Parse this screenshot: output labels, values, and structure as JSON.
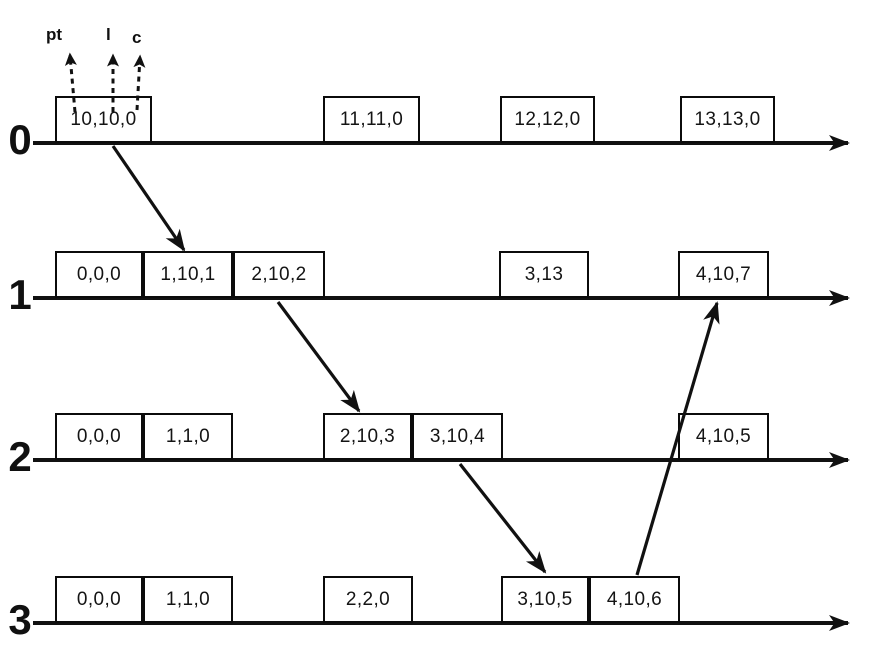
{
  "diagram": {
    "clock_fields": [
      "pt",
      "l",
      "c"
    ],
    "processes": [
      {
        "label": "0",
        "events": [
          "10,10,0",
          "11,11,0",
          "12,12,0",
          "13,13,0"
        ]
      },
      {
        "label": "1",
        "events": [
          "0,0,0",
          "1,10,1",
          "2,10,2",
          "3,13",
          "4,10,7"
        ]
      },
      {
        "label": "2",
        "events": [
          "0,0,0",
          "1,1,0",
          "2,10,3",
          "3,10,4",
          "4,10,5"
        ]
      },
      {
        "label": "3",
        "events": [
          "0,0,0",
          "1,1,0",
          "2,2,0",
          "3,10,5",
          "4,10,6"
        ]
      }
    ],
    "messages": [
      {
        "from_process": "0",
        "from_event": "10,10,0",
        "to_process": "1",
        "to_event": "1,10,1"
      },
      {
        "from_process": "1",
        "from_event": "2,10,2",
        "to_process": "2",
        "to_event": "2,10,3"
      },
      {
        "from_process": "2",
        "from_event": "3,10,4",
        "to_process": "3",
        "to_event": "3,10,5"
      },
      {
        "from_process": "3",
        "from_event": "4,10,6",
        "to_process": "1",
        "to_event": "4,10,7"
      }
    ],
    "ink_color": "#111111",
    "background_color": "#ffffff"
  }
}
